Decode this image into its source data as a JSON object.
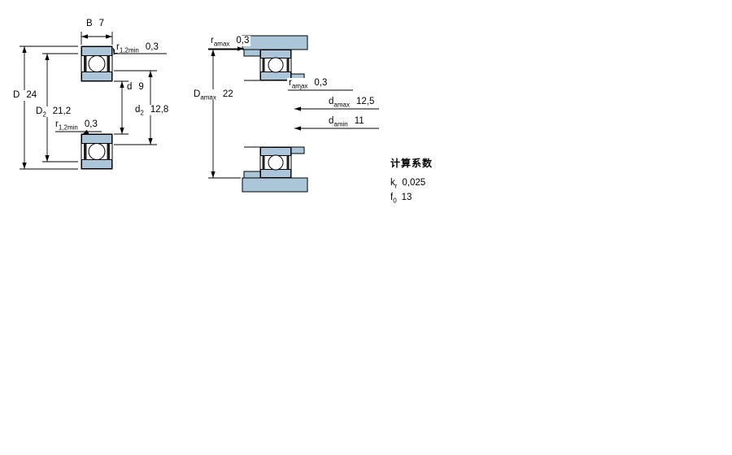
{
  "colors": {
    "shade": "#aac6d8",
    "line": "#000000",
    "seal": "#1f1f1f"
  },
  "left_drawing": {
    "title": "bearing cross-section with boundary dimensions",
    "dims": {
      "B": {
        "base": "B",
        "value": "7"
      },
      "r12_top": {
        "base": "r",
        "sub": "1,2min",
        "value": "0,3"
      },
      "D": {
        "base": "D",
        "value": "24"
      },
      "D2": {
        "base": "D",
        "sub": "2",
        "value": "21,2"
      },
      "r12_mid": {
        "base": "r",
        "sub": "1,2min",
        "value": "0,3"
      },
      "d": {
        "base": "d",
        "value": "9"
      },
      "d2": {
        "base": "d",
        "sub": "2",
        "value": "12,8"
      }
    }
  },
  "right_drawing": {
    "title": "abutment and fillet dimensions",
    "dims": {
      "ra_top": {
        "base": "r",
        "sub": "amax",
        "value": "0,3"
      },
      "ra_mid": {
        "base": "r",
        "sub": "amax",
        "value": "0,3"
      },
      "Da_max": {
        "base": "D",
        "sub": "amax",
        "value": "22"
      },
      "da_max": {
        "base": "d",
        "sub": "amax",
        "value": "12,5"
      },
      "da_min": {
        "base": "d",
        "sub": "amin",
        "value": "11"
      }
    }
  },
  "calculation_factors": {
    "title": "计算系数",
    "rows": [
      {
        "base": "k",
        "sub": "r",
        "value": "0,025"
      },
      {
        "base": "f",
        "sub": "0",
        "value": "13"
      }
    ]
  }
}
